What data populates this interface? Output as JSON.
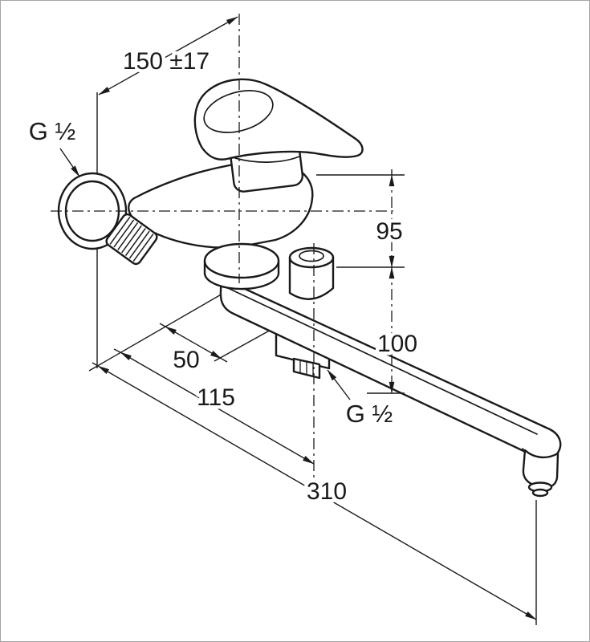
{
  "frame": {
    "background": "#ffffff",
    "border_color": "#a5a5a5",
    "line_color": "#1a1a1a"
  },
  "labels": {
    "projection": "150 ±17",
    "thread_top": "G ½",
    "height_upper": "95",
    "height_lower": "100",
    "offset_pivot": "50",
    "offset_diverter": "115",
    "spout_reach": "310",
    "thread_bottom": "G ½"
  }
}
